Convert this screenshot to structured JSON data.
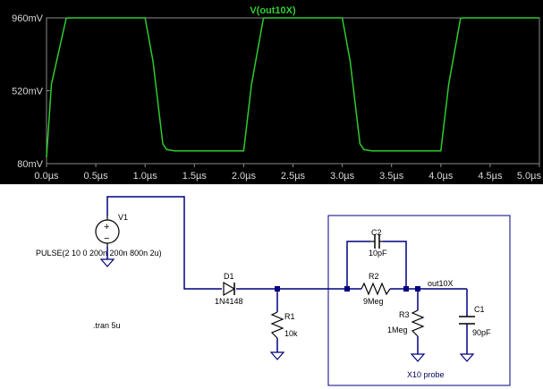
{
  "plot": {
    "trace_name": "V(out10X)",
    "trace_color": "#2ecc2e",
    "background": "#000000",
    "tick_label_color": "#d8d8d8"
  },
  "chart_data": {
    "type": "line",
    "title": "V(out10X)",
    "xlabel": "",
    "ylabel": "",
    "xlim": [
      0,
      5.0
    ],
    "ylim": [
      80,
      960
    ],
    "x_ticks": [
      "0.0µs",
      "0.5µs",
      "1.0µs",
      "1.5µs",
      "2.0µs",
      "2.5µs",
      "3.0µs",
      "3.5µs",
      "4.0µs",
      "4.5µs",
      "5.0µs"
    ],
    "y_ticks": [
      "960mV",
      "520mV",
      "80mV"
    ],
    "grid": false,
    "series": [
      {
        "name": "V(out10X)",
        "x": [
          0.0,
          0.05,
          0.2,
          0.22,
          1.0,
          1.08,
          1.18,
          1.22,
          1.3,
          2.0,
          2.08,
          2.2,
          2.22,
          3.0,
          3.08,
          3.18,
          3.22,
          3.3,
          4.0,
          4.08,
          4.2,
          4.22,
          5.0
        ],
        "y": [
          118,
          560,
          957,
          960,
          960,
          700,
          200,
          165,
          157,
          157,
          560,
          957,
          960,
          960,
          700,
          200,
          165,
          157,
          157,
          560,
          957,
          960,
          960
        ]
      }
    ]
  },
  "schematic": {
    "v1_name": "V1",
    "v1_value": "PULSE(2 10 0 200n 200n 800n 2u)",
    "d1_name": "D1",
    "d1_value": "1N4148",
    "r1_name": "R1",
    "r1_value": "10k",
    "directive": ".tran 5u",
    "c2_name": "C2",
    "c2_value": "10pF",
    "r2_name": "R2",
    "r2_value": "9Meg",
    "net_label": "out10X",
    "r3_name": "R3",
    "r3_value": "1Meg",
    "c1_name": "C1",
    "c1_value": "90pF",
    "probe_label": "X10 probe",
    "wire_color": "#000080",
    "box_color": "#000080"
  }
}
